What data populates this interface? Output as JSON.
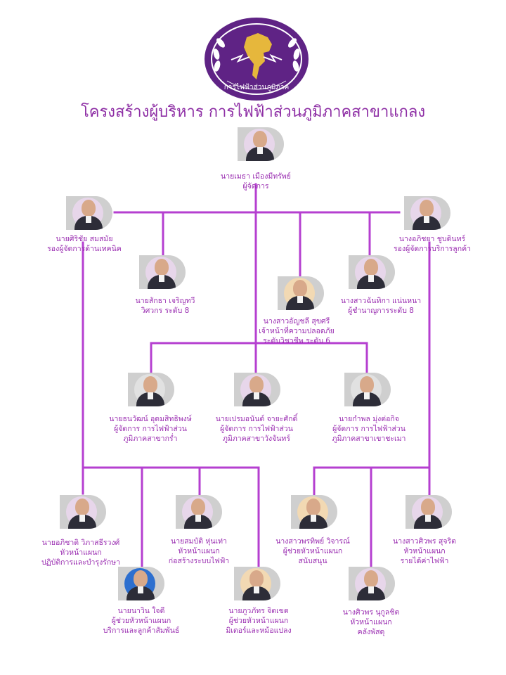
{
  "logo": {
    "caption": "การไฟฟ้าส่วนภูมิภาค"
  },
  "title": "โครงสร้างผู้บริหาร การไฟฟ้าส่วนภูมิภาคสาขาแกลง",
  "colors": {
    "accent": "#b53fd0",
    "title": "#8e2fa5",
    "logo": "#5f2385",
    "label": "#9a2db1",
    "photo_border": "#cfcfcf"
  },
  "people": {
    "manager": {
      "name": "นายเมธา เมืองมีทรัพย์",
      "role": [
        "ผู้จัดการ"
      ]
    },
    "deputy_technical": {
      "name": "นายศิริชัย สมสมัย",
      "role": [
        "รองผู้จัดการด้านเทคนิค"
      ]
    },
    "deputy_customer": {
      "name": "นางอภิชยา ชูบดินทร์",
      "role": [
        "รองผู้จัดการบริการลูกค้า"
      ]
    },
    "engineer": {
      "name": "นายสักธา เจริญทวี",
      "role": [
        "วิศวกร ระดับ 8"
      ]
    },
    "expert": {
      "name": "นางสาวฉันทิกา แน่นหนา",
      "role": [
        "ผู้ชำนาญการระดับ 8"
      ]
    },
    "safety": {
      "name": "นางสาวอัญชลี สุขศรี",
      "role": [
        "เจ้าหน้าที่ความปลอดภัย",
        "ระดับวิชาชีพ ระดับ 6"
      ]
    },
    "branch_kram": {
      "name": "นายธนวัฒน์ อุดมสิทธิพงษ์",
      "role": [
        "ผู้จัดการ การไฟฟ้าส่วน",
        "ภูมิภาคสาขากร่ำ"
      ]
    },
    "branch_wangchan": {
      "name": "นายเปรมอนันต์ จายะศักดิ์",
      "role": [
        "ผู้จัดการ การไฟฟ้าส่วน",
        "ภูมิภาคสาขาวังจันทร์"
      ]
    },
    "branch_khao": {
      "name": "นายกำพล มุ่งต่อกิจ",
      "role": [
        "ผู้จัดการ การไฟฟ้าส่วน",
        "ภูมิภาคสาขาเขาชะเมา"
      ]
    },
    "head_operation": {
      "name": "นายอภิชาติ วิภาสธีรวงศ์",
      "role": [
        "หัวหน้าแผนก",
        "ปฏิบัติการและบำรุงรักษา"
      ]
    },
    "head_construction": {
      "name": "นายสมบัติ หุ่นเท่า",
      "role": [
        "หัวหน้าแผนก",
        "ก่อสร้างระบบไฟฟ้า"
      ]
    },
    "asst_support": {
      "name": "นางสาวพรทิพย์ วิจารณ์",
      "role": [
        "ผู้ช่วยหัวหน้าแผนก",
        "สนับสนุน"
      ]
    },
    "head_revenue": {
      "name": "นางสาวศิวพร สุจริต",
      "role": [
        "หัวหน้าแผนก",
        "รายได้ค่าไฟฟ้า"
      ]
    },
    "asst_service": {
      "name": "นายนาวิน ใจดี",
      "role": [
        "ผู้ช่วยหัวหน้าแผนก",
        "บริการและลูกค้าสัมพันธ์"
      ]
    },
    "asst_meter": {
      "name": "นายภูวภัทร จิตเขต",
      "role": [
        "ผู้ช่วยหัวหน้าแผนก",
        "มิเตอร์และหม้อแปลง"
      ]
    },
    "head_warehouse": {
      "name": "นางศิวพร นุกูลชิต",
      "role": [
        "หัวหน้าแผนก",
        "คลังพัสดุ"
      ]
    }
  }
}
